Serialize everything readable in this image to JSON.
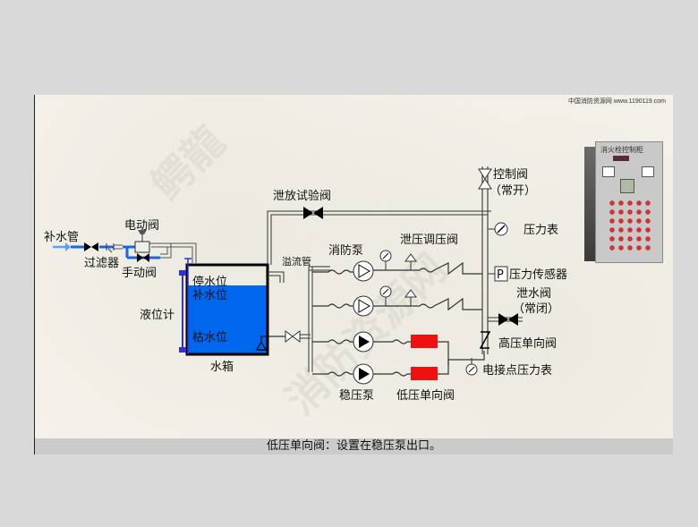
{
  "credit": "中国消防资源网 www.1190119.com",
  "caption": "低压单向阀：设置在稳压泵出口。",
  "watermarks": [
    "鳄龍",
    "消防资源网"
  ],
  "colors": {
    "water": "#0066ee",
    "pipe_blue": "#1a66e0",
    "check_valve_highlight": "#ee1111",
    "inflow_arrow": "#5aa0ff",
    "level_gauge": "#3333cc"
  },
  "labels": {
    "makeup_pipe": "补水管",
    "electric_valve": "电动阀",
    "filter": "过滤器",
    "manual_valve": "手动阀",
    "level_gauge": "液位计",
    "stop_level": "停水位",
    "makeup_level": "补水位",
    "dry_level": "枯水位",
    "tank": "水箱",
    "overflow_pipe": "溢流管",
    "drain_test_valve": "泄放试验阀",
    "fire_pump": "消防泵",
    "relief_valve": "泄压调压阀",
    "control_valve": "控制阀",
    "control_valve_state": "（常开）",
    "pressure_gauge": "压力表",
    "pressure_sensor": "压力传感器",
    "pressure_sensor_symbol": "P",
    "drain_valve": "泄水阀",
    "drain_valve_state": "（常闭）",
    "high_check_valve": "高压单向阀",
    "contact_gauge": "电接点压力表",
    "jockey_pump": "稳压泵",
    "low_check_valve": "低压单向阀"
  },
  "control_cabinet": {
    "title": "消火栓控制柜"
  }
}
